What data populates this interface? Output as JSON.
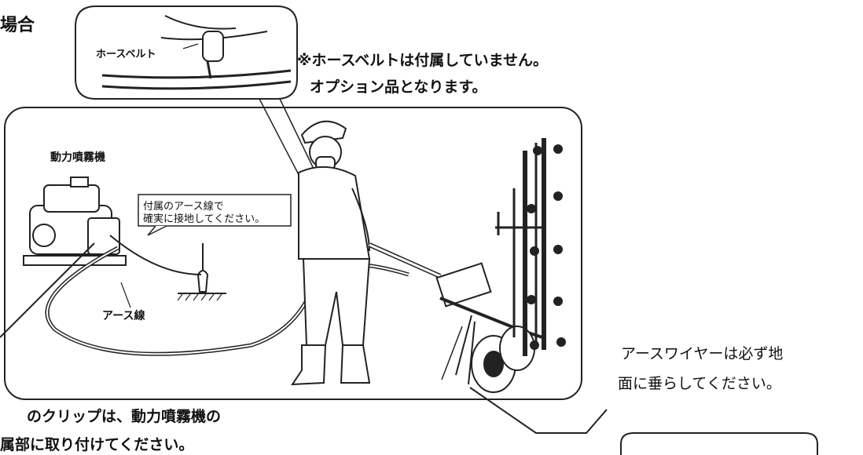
{
  "top_left_fragment": "場合",
  "callout": {
    "belt_label": "ホースベルト",
    "note_line1": "※ホースベルトは付属していません。",
    "note_line2": "オプション品となります。"
  },
  "diagram": {
    "sprayer_label": "動力噴霧機",
    "ground_note_line1": "付属のアース線で",
    "ground_note_line2": "確実に接地してください。",
    "earth_wire_label": "アース線"
  },
  "right_note": {
    "line1": "アースワイヤーは必ず地",
    "line2": "面に垂らしてください。"
  },
  "bottom_note": {
    "line1": "のクリップは、動力噴霧機の",
    "line2": "属部に取り付けてください。"
  }
}
